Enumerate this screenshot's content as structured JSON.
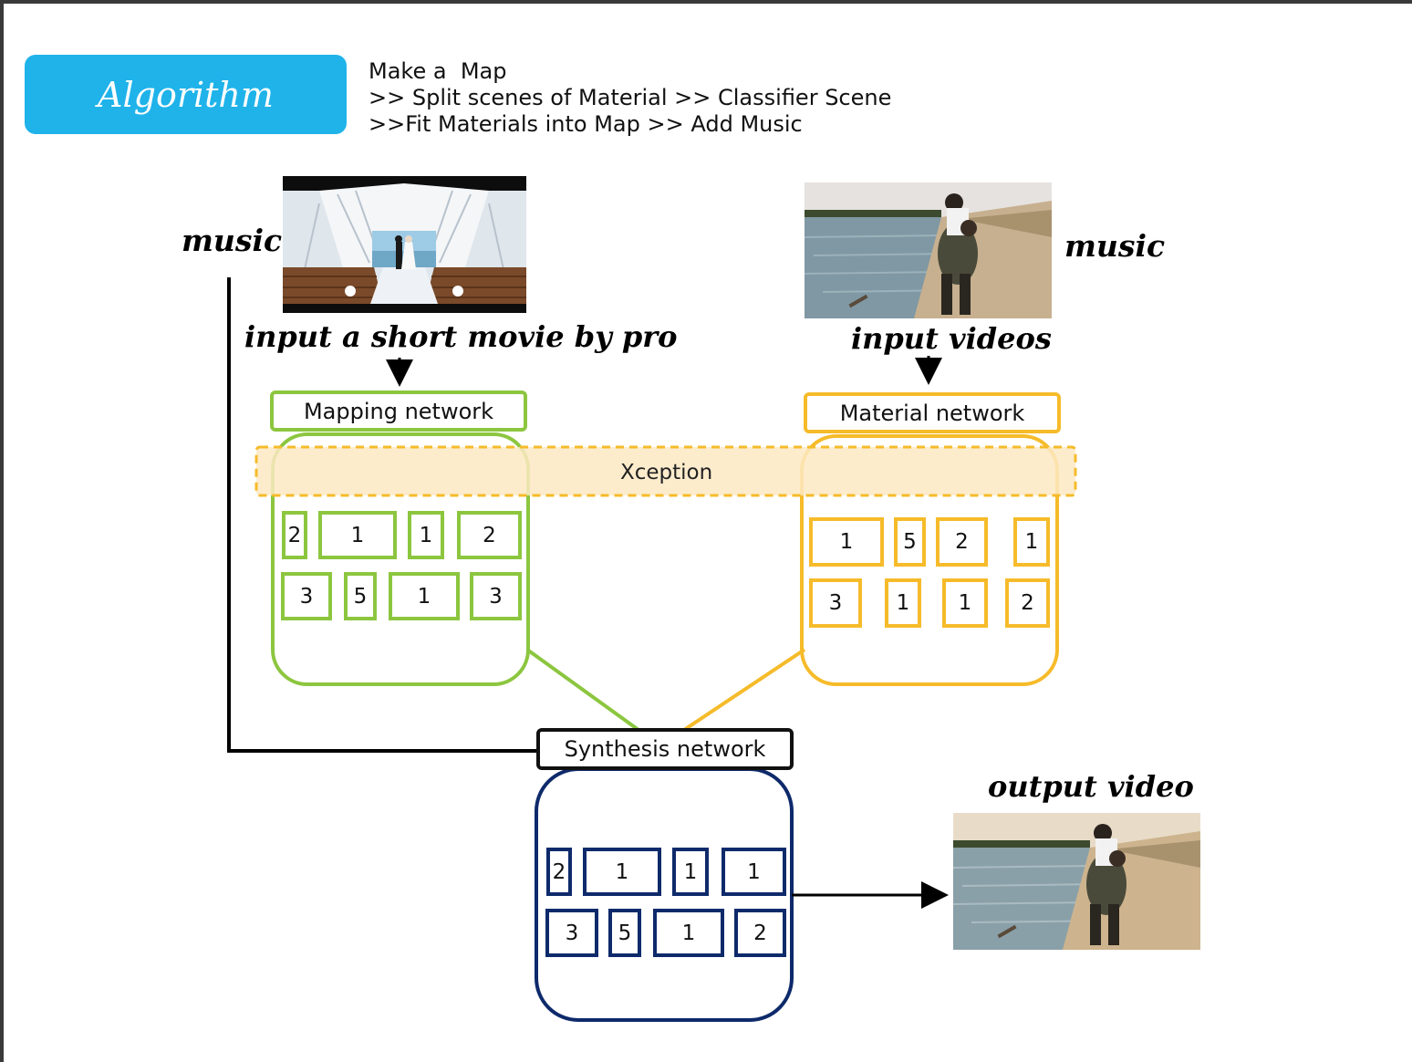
{
  "badge": {
    "label": "Algorithm"
  },
  "steps": {
    "line1": "Make a  Map",
    "line2": ">> Split scenes of Material >> Classifier Scene",
    "line3": ">>Fit Materials into Map >> Add Music"
  },
  "labels": {
    "music_left": "music",
    "music_right": "music",
    "input_pro": "input a short movie by pro",
    "input_videos": "input videos",
    "output_video": "output video"
  },
  "networks": {
    "mapping": "Mapping network",
    "material": "Material network",
    "xception": "Xception",
    "synthesis": "Synthesis  network"
  },
  "mapping_chips": [
    "2",
    "1",
    "1",
    "2",
    "3",
    "5",
    "1",
    "3"
  ],
  "material_chips": [
    "1",
    "5",
    "2",
    "1",
    "3",
    "1",
    "1",
    "2"
  ],
  "synthesis_chips": [
    "2",
    "1",
    "1",
    "1",
    "3",
    "5",
    "1",
    "2"
  ],
  "colors": {
    "badge": "#1fb3ea",
    "mapping": "#8cc63f",
    "material": "#f6bb2a",
    "synthesis": "#0e2a6b",
    "xception_fill": "#fde9c3"
  },
  "icons": [
    "chapel-photo",
    "beach-photo",
    "beach-photo"
  ]
}
